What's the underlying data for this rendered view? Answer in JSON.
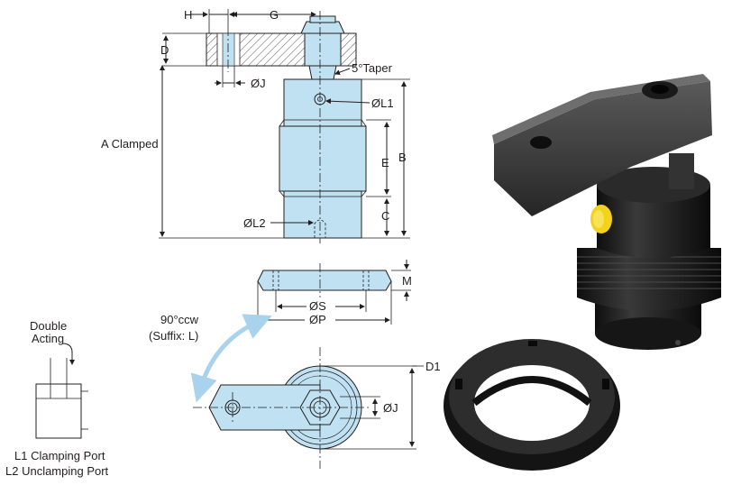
{
  "labels": {
    "H": "H",
    "G": "G",
    "D": "D",
    "J_top": "ØJ",
    "taper": "5°Taper",
    "L1": "ØL1",
    "A": "A Clamped",
    "B": "B",
    "E": "E",
    "C": "C",
    "L2": "ØL2",
    "M": "M",
    "S": "ØS",
    "P": "ØP",
    "rotation": "90°ccw",
    "suffix": "(Suffix: L)",
    "D1": "D1",
    "J_bottom": "ØJ",
    "double_acting_1": "Double",
    "double_acting_2": "Acting",
    "port1": "L1 Clamping Port",
    "port2": "L2 Unclamping Port"
  },
  "colors": {
    "part_fill": "#bfe1f2",
    "line": "#231f20",
    "arrow": "#a9d3ec",
    "product_dark": "#1c1c1c",
    "accent_yellow": "#f2d21a"
  },
  "icons": {
    "product_photo": "swing-clamp-photo",
    "locknut_photo": "lock-nut-photo"
  }
}
